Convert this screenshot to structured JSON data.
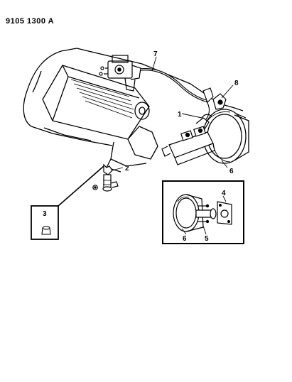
{
  "diagram_code": "9105 1300 A",
  "callouts": {
    "c1": "1",
    "c2": "2",
    "c3": "3",
    "c4": "4",
    "c5": "5",
    "c6_main": "6",
    "c6_inset": "6",
    "c7": "7",
    "c8": "8"
  },
  "colors": {
    "ink": "#000000",
    "paper": "#ffffff"
  }
}
